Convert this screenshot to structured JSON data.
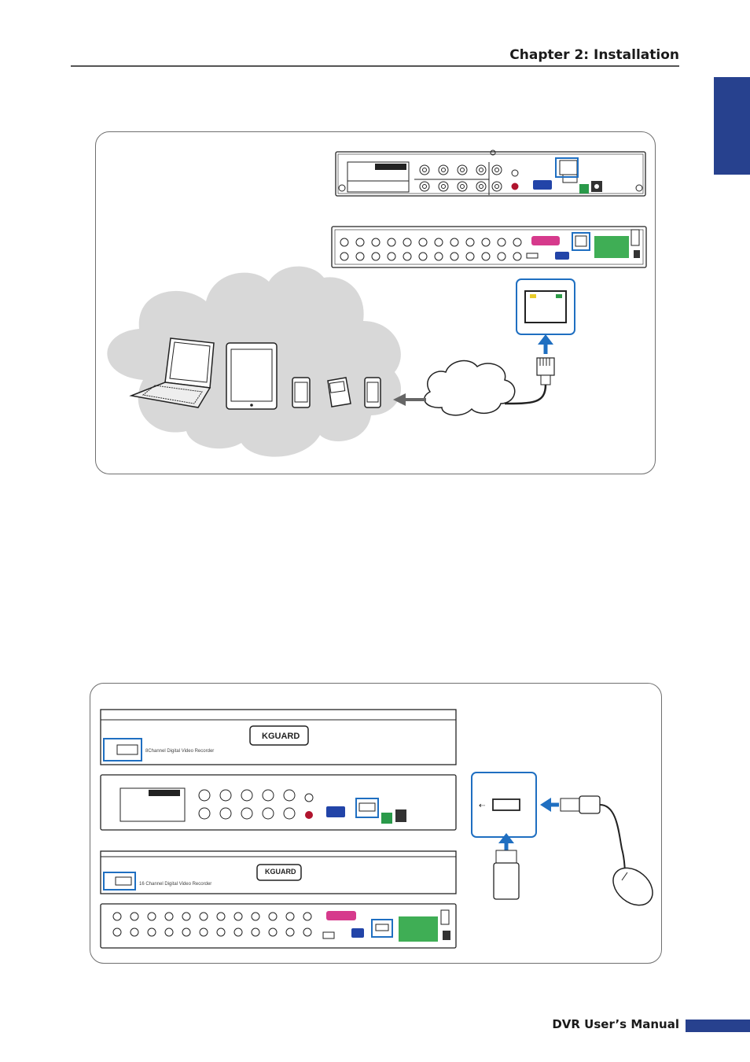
{
  "header": {
    "title": "Chapter 2: Installation"
  },
  "footer": {
    "manual_title": "DVR User’s Manual"
  },
  "figure_usb": {
    "front_panel_8ch": {
      "label": "8Channel Digital Video Recorder",
      "brand": "KGUARD"
    },
    "front_panel_16ch": {
      "label": "16 Channel Digital Video Recorder",
      "brand": "KGUARD"
    }
  },
  "colors": {
    "accent": "#27418e",
    "highlight": "#1f6fc1",
    "cloud": "#d8d8d8"
  }
}
